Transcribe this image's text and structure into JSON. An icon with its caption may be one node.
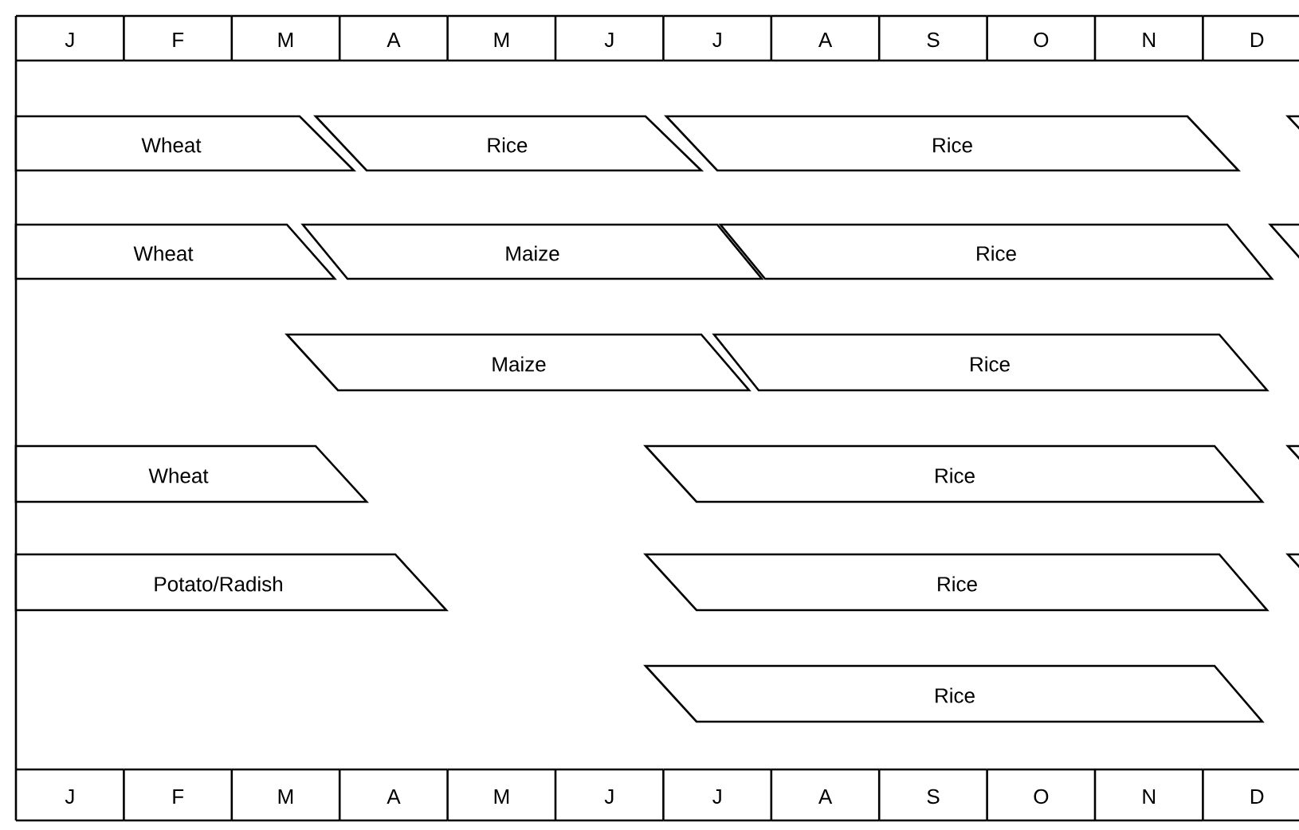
{
  "diagram": {
    "nodes": [
      {
        "text": [
          "Wheat"
        ]
      },
      {
        "text": [
          "Rice"
        ]
      },
      {
        "text": [
          "Rice"
        ]
      },
      {
        "text": [],
        "shape": "bar"
      },
      {
        "text": [
          "Wheat"
        ]
      },
      {
        "text": [
          "Maize"
        ]
      },
      {
        "text": [
          "Rice"
        ]
      },
      {
        "text": [],
        "shape": "bar"
      },
      {
        "text": [
          "Maize"
        ]
      },
      {
        "text": [
          "Rice"
        ]
      },
      {
        "text": [
          "Wheat"
        ]
      },
      {
        "text": [
          "Rice"
        ]
      },
      {
        "text": [],
        "shape": "bar"
      },
      {
        "text": [
          "Potato/Radish"
        ]
      },
      {
        "text": [
          "Rice"
        ]
      },
      {
        "text": [],
        "shape": "bar"
      },
      {
        "text": [
          "Rice"
        ]
      }
    ],
    "labels": [
      "J",
      "F",
      "M",
      "A",
      "M",
      "J",
      "J",
      "A",
      "S",
      "O",
      "N",
      "D",
      "J",
      "F",
      "M",
      "A",
      "M",
      "J",
      "J",
      "A",
      "S",
      "O",
      "N",
      "D"
    ]
  }
}
